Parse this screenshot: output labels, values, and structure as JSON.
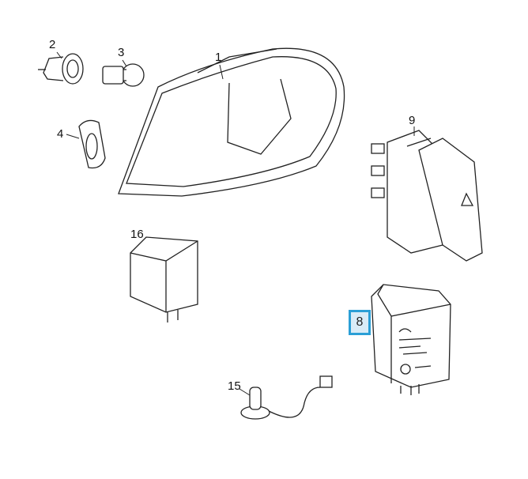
{
  "diagram": {
    "callouts": {
      "part1": "1",
      "part2": "2",
      "part3": "3",
      "part4": "4",
      "part9": "9",
      "part16": "16",
      "part8": "8",
      "part15": "15"
    },
    "highlighted_part": "8",
    "highlight_color": "#2b9fd6"
  }
}
